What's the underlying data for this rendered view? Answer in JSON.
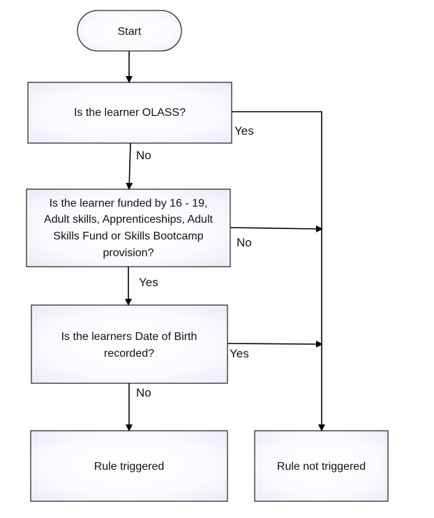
{
  "diagram": {
    "nodes": {
      "start": {
        "label": "Start"
      },
      "olass": {
        "label": "Is the learner OLASS?"
      },
      "funded": {
        "lines": [
          "Is the learner funded by 16 - 19,",
          "Adult skills, Apprenticeships, Adult",
          "Skills Fund or Skills Bootcamp",
          "provision?"
        ]
      },
      "dob": {
        "lines": [
          "Is the learners Date of Birth",
          "recorded?"
        ]
      },
      "triggered": {
        "label": "Rule triggered"
      },
      "not_triggered": {
        "label": "Rule not triggered"
      }
    },
    "edges": {
      "olass_no": "No",
      "olass_yes": "Yes",
      "funded_no": "No",
      "funded_yes": "Yes",
      "dob_yes": "Yes",
      "dob_no": "No"
    },
    "colors": {
      "box_fill_edge": "#ececf8",
      "box_fill_center": "#ffffff",
      "stroke": "#2b2b2b",
      "text": "#111111"
    }
  }
}
